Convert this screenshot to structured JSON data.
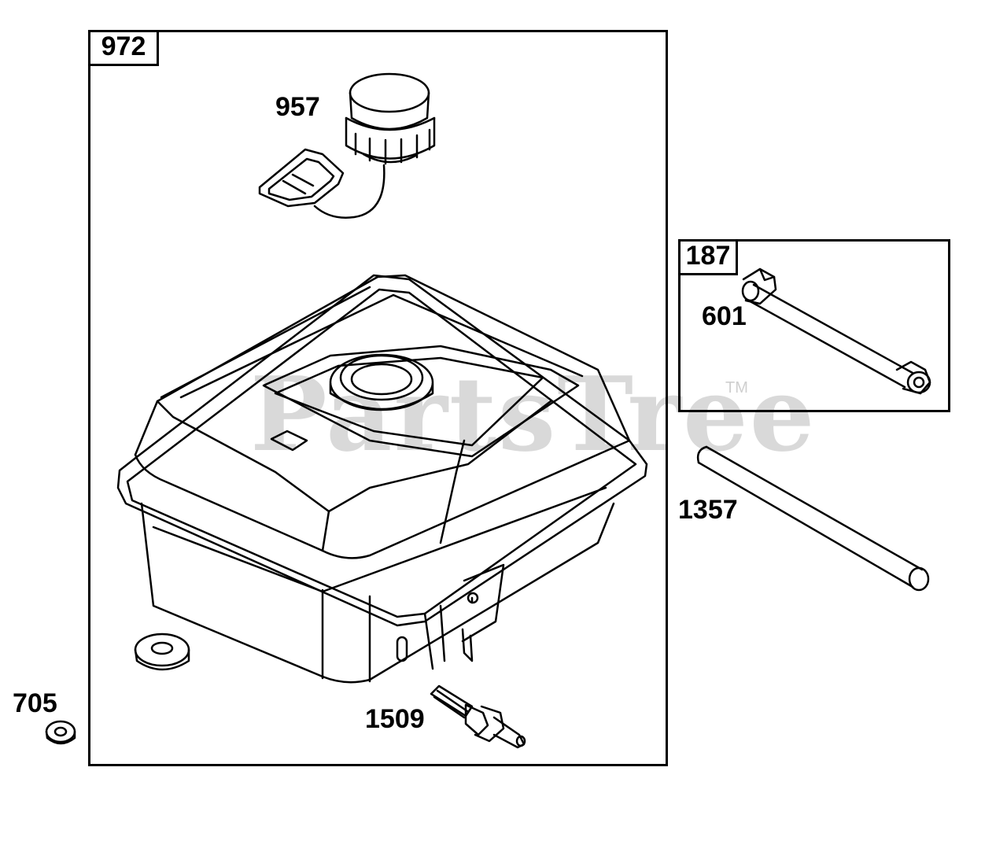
{
  "watermark": {
    "text": "PartsTree",
    "tm": "TM"
  },
  "groups": [
    {
      "id": "972"
    },
    {
      "id": "187"
    }
  ],
  "parts": {
    "cap": "957",
    "hose_assy": "601",
    "hose": "1357",
    "grommet": "705",
    "valve": "1509"
  }
}
